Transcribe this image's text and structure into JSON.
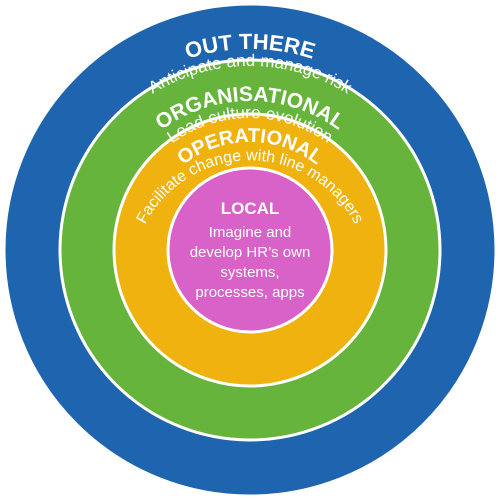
{
  "rings": [
    {
      "title": "OUT THERE",
      "subtitle": "Anticipate and manage risk",
      "color": "#1f64ae"
    },
    {
      "title": "ORGANISATIONAL",
      "subtitle": "Lead culture evolution",
      "color": "#66b43b"
    },
    {
      "title": "OPERATIONAL",
      "subtitle": "Facilitate change with line managers",
      "color": "#f0b20e"
    }
  ],
  "center": {
    "title": "LOCAL",
    "lines": [
      "Imagine and",
      "develop HR’s own",
      "systems,",
      "processes, apps"
    ],
    "color": "#d862c8"
  },
  "ring_border_color": "#ffffff"
}
